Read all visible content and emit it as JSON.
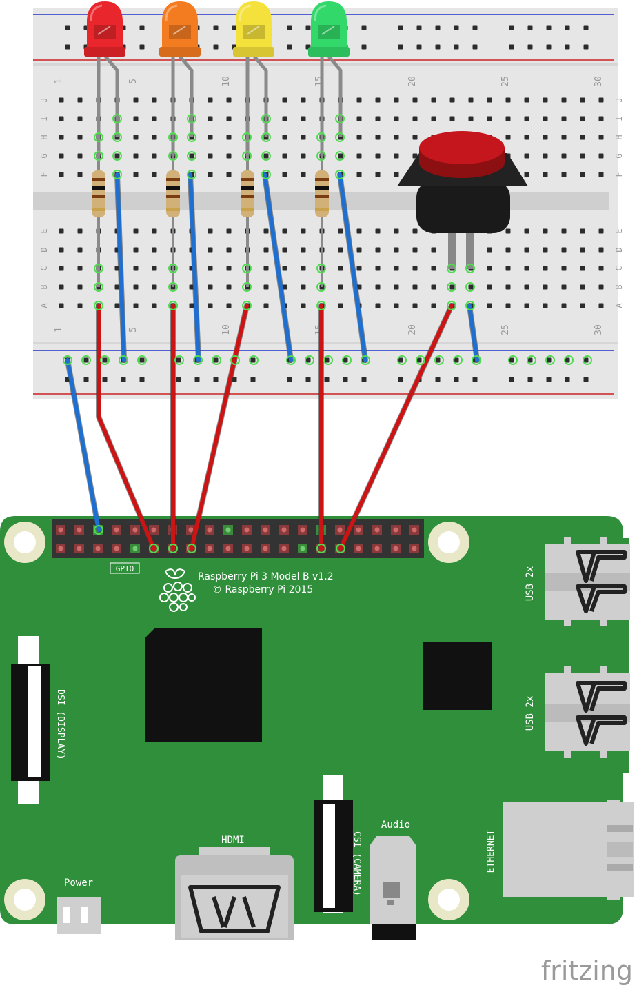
{
  "breadboard": {
    "column_numbers": [
      "1",
      "5",
      "10",
      "15",
      "20",
      "25",
      "30"
    ],
    "row_letters_top": [
      "J",
      "I",
      "H",
      "G",
      "F"
    ],
    "row_letters_bottom": [
      "E",
      "D",
      "C",
      "B",
      "A"
    ]
  },
  "components": {
    "leds": [
      {
        "name": "red-led",
        "color": "#e8262b"
      },
      {
        "name": "orange-led",
        "color": "#f47c20"
      },
      {
        "name": "yellow-led",
        "color": "#f5e13c"
      },
      {
        "name": "green-led",
        "color": "#33d86a"
      }
    ],
    "resistor_count": 4,
    "button_color": "#c4161c"
  },
  "colors": {
    "wire_red": "#cc1414",
    "wire_blue": "#1e6fd0",
    "board_green": "#2f8f3a",
    "breadboard": "#e6e6e6"
  },
  "pi": {
    "gpio_label": "GPIO",
    "model_text": "Raspberry Pi 3 Model B v1.2",
    "copyright_text": "© Raspberry Pi 2015",
    "usb_top_label": "USB 2x",
    "usb_bottom_label": "USB 2x",
    "dsi_label": "DSI (DISPLAY)",
    "csi_label": "CSI (CAMERA)",
    "hdmi_label": "HDMI",
    "audio_label": "Audio",
    "ethernet_label": "ETHERNET",
    "power_label": "Power"
  },
  "watermark": "fritzing"
}
